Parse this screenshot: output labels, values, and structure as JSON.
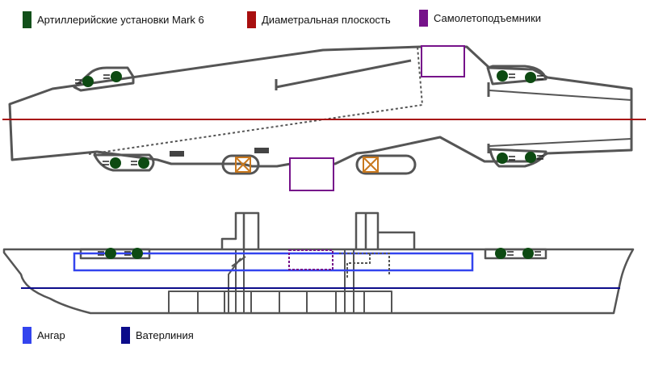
{
  "legend": {
    "guns": {
      "label": "Артиллерийские установки Mark 6",
      "color": "#12501a"
    },
    "centerline": {
      "label": "Диаметральная плоскость",
      "color": "#a80f0f"
    },
    "lifts": {
      "label": "Самолетоподъемники",
      "color": "#76128a"
    },
    "hangar": {
      "label": "Ангар",
      "color": "#3344ee"
    },
    "waterline": {
      "label": "Ватерлиния",
      "color": "#0c0c8a"
    }
  },
  "colors": {
    "hull": "#555555",
    "elevator_cross": "#c8781e",
    "gun_dark": "#0d4a12",
    "aux_mark": "#444444"
  },
  "views": [
    "plan-view",
    "side-view"
  ]
}
